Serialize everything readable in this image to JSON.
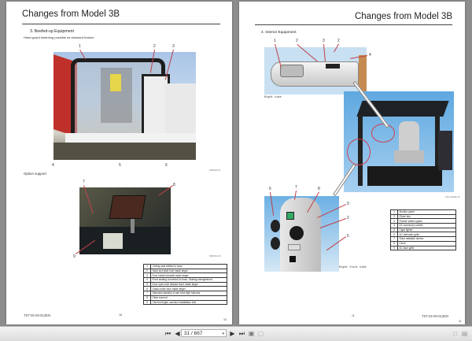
{
  "viewer": {
    "background": "#8d8d8d",
    "toolbar": {
      "first_page_icon": "⏮",
      "prev_page_icon": "◀",
      "page_field_value": "31 / 667",
      "page_dropdown_icon": "▾",
      "next_page_icon": "▶",
      "last_page_icon": "⏭",
      "single_page_view_icon": "▣",
      "two_page_view_icon": "▢",
      "fit_page_icon": "□",
      "fit_width_icon": "▤"
    }
  },
  "left_page": {
    "header_title": "Changes from Model 3B",
    "section_title": "3. Beefed-up Equipment",
    "section_subtitle": "Head guard fastening possible as standard feature",
    "photo1_callouts": [
      "1",
      "2",
      "3",
      "4",
      "5",
      "6"
    ],
    "photo1_refcode": "SB00516-01",
    "option_label": "Option support",
    "photo2_callouts": [
      "7",
      "8",
      "9"
    ],
    "photo2_refcode": "SB00514-08",
    "legend": [
      {
        "n": "1",
        "text": "Ceiling seat shifted to boss"
      },
      {
        "n": "2",
        "text": "Sash and slide lock made larger"
      },
      {
        "n": "3",
        "text": "Door inside handrail made larger"
      },
      {
        "n": "4",
        "text": "Front sealing converted to boss. Sealing strengthened"
      },
      {
        "n": "5",
        "text": "Door open lock release lever made larger"
      },
      {
        "n": "6",
        "text": "Glass under door made larger"
      },
      {
        "n": "7",
        "text": "Standard standby of cab front light harness"
      },
      {
        "n": "8",
        "text": "Clear sunroof"
      },
      {
        "n": "9",
        "text": "Cab front light, sunvisor installation bolt"
      }
    ],
    "footer_code": "TST-02-00-012EN",
    "footer_page_center": "18",
    "footer_page_corner": "10"
  },
  "right_page": {
    "header_title": "Changes from Model 3B",
    "section_title": "4. Interior Equipment",
    "photo1_callouts": [
      "1",
      "2",
      "3",
      "2",
      "4"
    ],
    "photo1_caption": "Right side",
    "photo2_refcode": "SD1-01054E-10",
    "photo3_callouts": [
      "6",
      "7",
      "8",
      "9",
      "2",
      "5"
    ],
    "photo3_caption": "Right front side",
    "legend": [
      {
        "n": "1",
        "text": "Monitor panel"
      },
      {
        "n": "2",
        "text": "Glove box"
      },
      {
        "n": "3",
        "text": "Rocker switch space"
      },
      {
        "n": "4",
        "text": "DC accessory socket"
      },
      {
        "n": "5",
        "text": "Cigar lighter"
      },
      {
        "n": "6",
        "text": "AC defroster grille"
      },
      {
        "n": "7",
        "text": "Solar radiation sensor"
      },
      {
        "n": "8",
        "text": "Clock"
      },
      {
        "n": "9",
        "text": "AC face grille"
      }
    ],
    "footer_page_center": "11",
    "footer_code": "TST-02-00-012EN",
    "footer_page_corner": "11"
  }
}
